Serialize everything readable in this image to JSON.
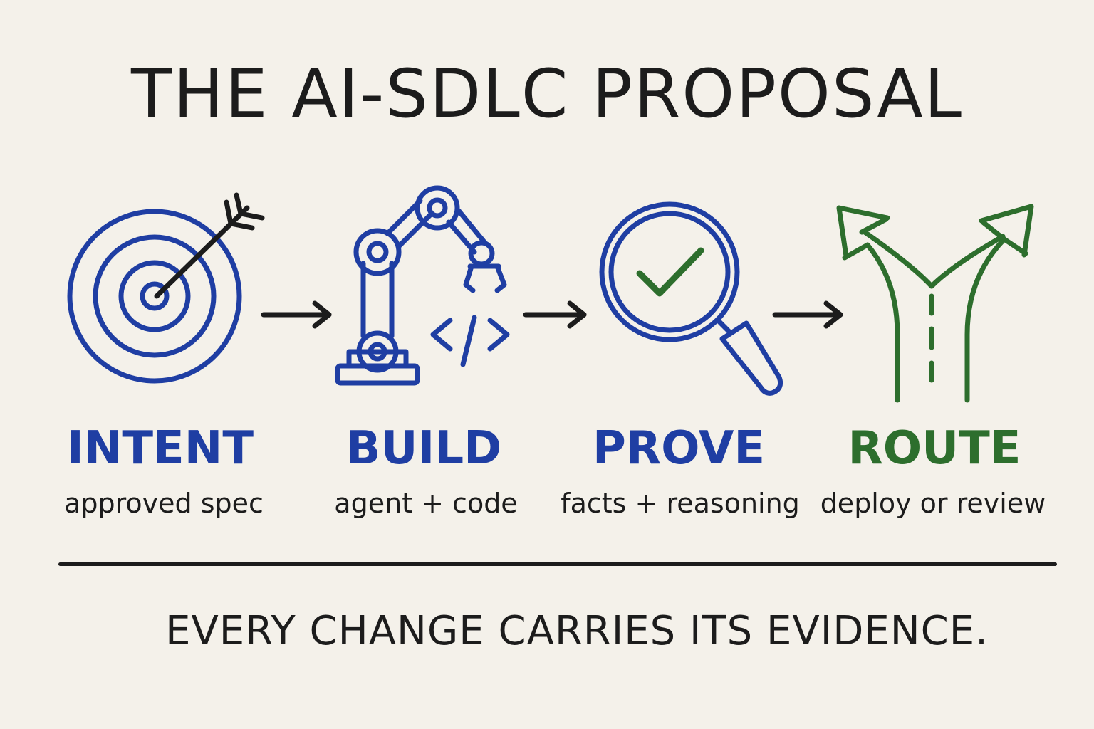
{
  "title": "THE AI-SDLC PROPOSAL",
  "stages": [
    {
      "label": "INTENT",
      "caption": "approved spec",
      "icon": "target-arrow-icon",
      "color": "#1f3ea3"
    },
    {
      "label": "BUILD",
      "caption": "agent + code",
      "icon": "robot-arm-code-icon",
      "color": "#1f3ea3"
    },
    {
      "label": "PROVE",
      "caption": "facts + reasoning",
      "icon": "magnifier-check-icon",
      "color": "#1f3ea3"
    },
    {
      "label": "ROUTE",
      "caption": "deploy or review",
      "icon": "fork-road-icon",
      "color": "#2d6e2d"
    }
  ],
  "tagline": "EVERY CHANGE CARRIES ITS EVIDENCE.",
  "colors": {
    "blue": "#1f3ea3",
    "green": "#2d6e2d",
    "ink": "#1c1c1c",
    "paper": "#f4f1ea"
  }
}
